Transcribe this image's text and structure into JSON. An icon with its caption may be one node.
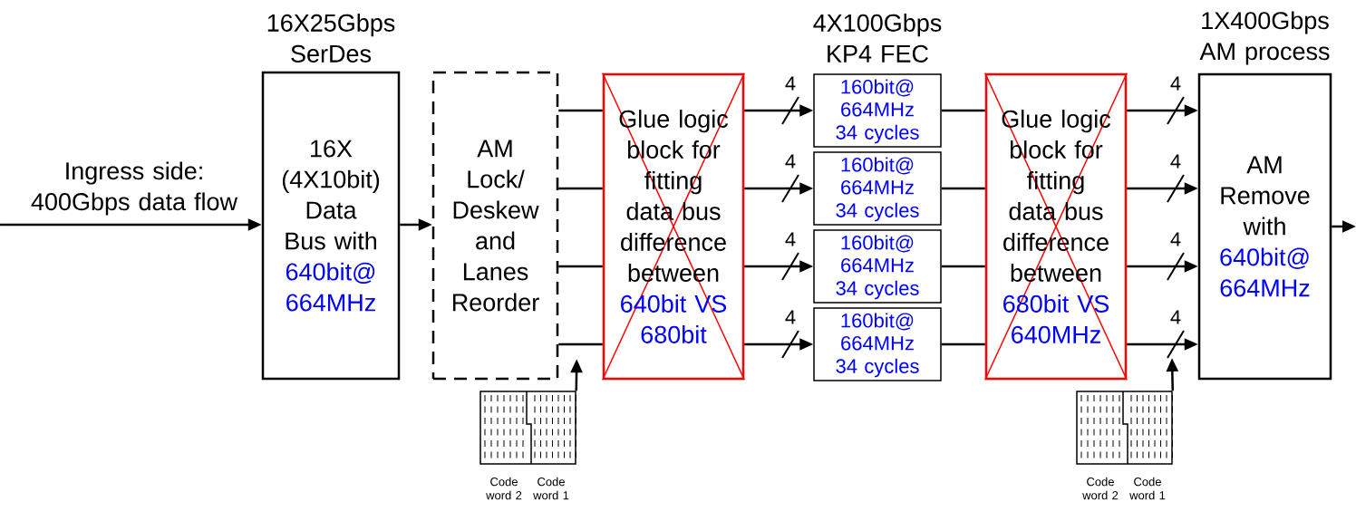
{
  "diagram": {
    "nodes": [
      {
        "text": [
          "16X25Gbps SerDes",
          "16X (4X10bit) Data Bus with",
          "640bit@ 664MHz"
        ]
      },
      {
        "text": [
          "AM Lock/ Deskew and Lanes Reorder"
        ]
      },
      {
        "text": [
          "Glue logic block for fitting data bus difference between",
          "640bit VS 680bit"
        ]
      },
      {
        "text": [
          "160bit@ 664MHz",
          "34 cycles"
        ]
      },
      {
        "text": [
          "160bit@ 664MHz",
          "34 cycles"
        ]
      },
      {
        "text": [
          "160bit@ 664MHz",
          "34 cycles"
        ]
      },
      {
        "text": [
          "160bit@ 664MHz",
          "34 cycles"
        ]
      },
      {
        "text": [
          "Glue logic block for fitting data bus difference between",
          "680bit VS 640MHz"
        ]
      },
      {
        "text": [
          "1X400Gbps AM process",
          "AM Remove with",
          "640bit@ 664MHz"
        ]
      },
      {
        "text": [],
        "shape": "box",
        "beside": [
          "Code word 2",
          "Code word 1"
        ]
      },
      {
        "text": [],
        "shape": "box",
        "beside": [
          "Code word 2",
          "Code word 1"
        ]
      }
    ],
    "edges": [
      {
        "from": null,
        "to": 0,
        "arrow": "to",
        "label": "Ingress side: 400Gbps data flow"
      },
      {
        "from": 0,
        "to": 1,
        "arrow": "to"
      },
      {
        "from": 1,
        "to": 2,
        "arrow": "none"
      },
      {
        "from": 1,
        "to": 2,
        "arrow": "none"
      },
      {
        "from": 1,
        "to": 2,
        "arrow": "none"
      },
      {
        "from": 1,
        "to": 2,
        "arrow": "none"
      },
      {
        "from": 2,
        "to": 3,
        "arrow": "to",
        "label": "4"
      },
      {
        "from": 2,
        "to": 4,
        "arrow": "to",
        "label": "4"
      },
      {
        "from": 2,
        "to": 5,
        "arrow": "to",
        "label": "4"
      },
      {
        "from": 2,
        "to": 6,
        "arrow": "to",
        "label": "4"
      },
      {
        "from": 3,
        "to": 7,
        "arrow": "none"
      },
      {
        "from": 4,
        "to": 7,
        "arrow": "none"
      },
      {
        "from": 5,
        "to": 7,
        "arrow": "none"
      },
      {
        "from": 6,
        "to": 7,
        "arrow": "none"
      },
      {
        "from": 7,
        "to": 8,
        "arrow": "to",
        "label": "4"
      },
      {
        "from": 7,
        "to": 8,
        "arrow": "to",
        "label": "4"
      },
      {
        "from": 7,
        "to": 8,
        "arrow": "to",
        "label": "4"
      },
      {
        "from": 7,
        "to": 8,
        "arrow": "to",
        "label": "4"
      },
      {
        "from": 8,
        "to": null,
        "arrow": "to"
      },
      {
        "from": 9,
        "to": 1,
        "arrow": "to"
      },
      {
        "from": 10,
        "to": null,
        "arrow": "to"
      }
    ],
    "labels": [
      "4X100Gbps KP4 FEC"
    ]
  }
}
